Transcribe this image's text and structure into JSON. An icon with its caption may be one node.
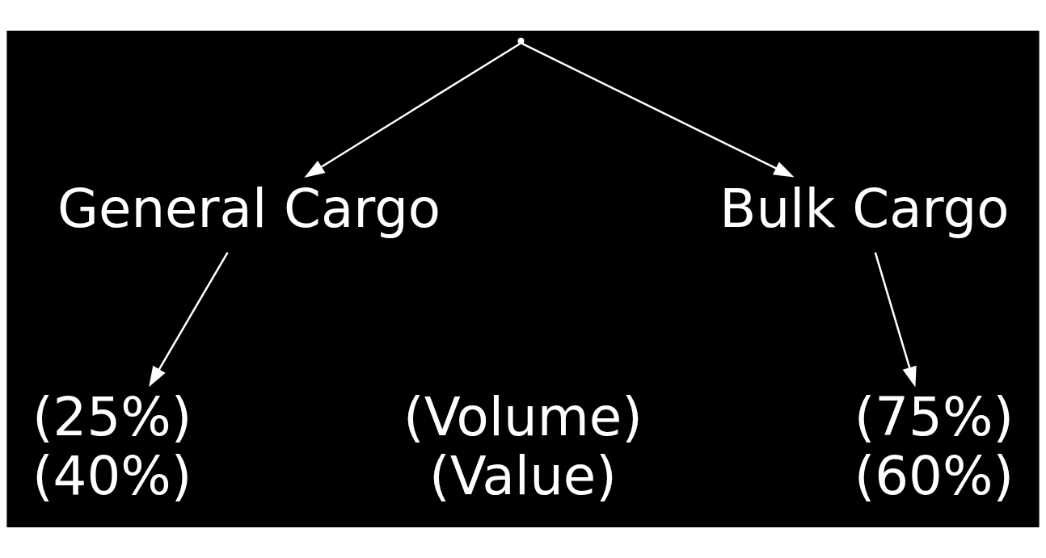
{
  "diagram": {
    "nodes": [
      {
        "text": [],
        "shape": "point"
      },
      {
        "text": [
          "General Cargo"
        ]
      },
      {
        "text": [
          "Bulk Cargo"
        ]
      },
      {
        "text": [
          "(25%)",
          "(40%)"
        ]
      },
      {
        "text": [
          "(75%)",
          "(60%)"
        ]
      }
    ],
    "edges": [
      {
        "from": 0,
        "to": 1,
        "arrow": "to"
      },
      {
        "from": 0,
        "to": 2,
        "arrow": "to"
      },
      {
        "from": 1,
        "to": 3,
        "arrow": "to"
      },
      {
        "from": 2,
        "to": 4,
        "arrow": "to"
      }
    ],
    "labels": [
      "(Volume)",
      "(Value)"
    ]
  }
}
